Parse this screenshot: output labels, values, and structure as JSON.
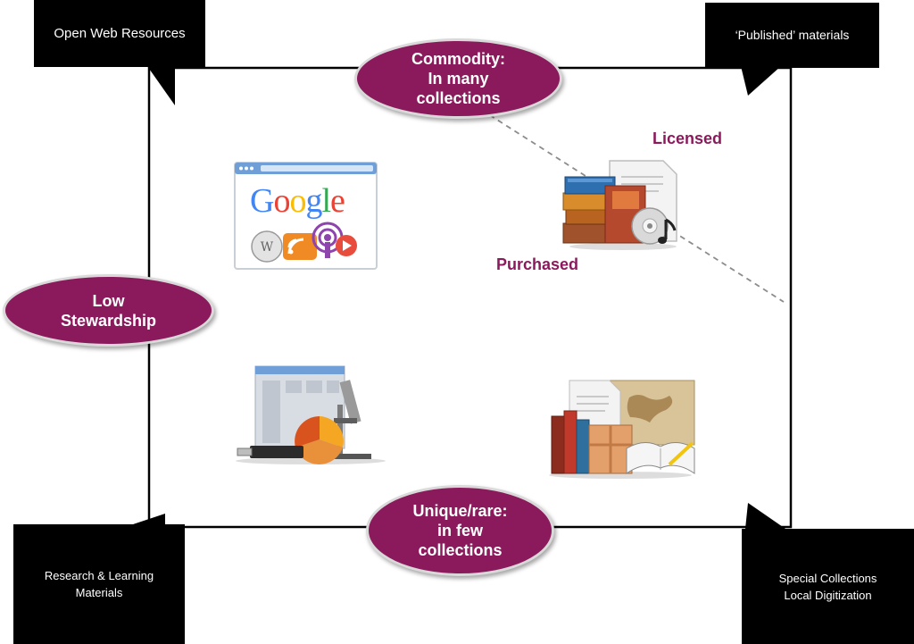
{
  "corners": {
    "top_left": "Open Web Resources",
    "top_right": "‘Published’ materials",
    "bottom_left": "Research & Learning\nMaterials",
    "bottom_right": "Special Collections\nLocal Digitization"
  },
  "axes": {
    "top": "Commodity:\nIn many\ncollections",
    "bottom": "Unique/rare:\nin few\ncollections",
    "left": "Low\nStewardship"
  },
  "labels": {
    "licensed": "Licensed",
    "purchased": "Purchased"
  },
  "icons": {
    "top_left": "google-web-resources-icon",
    "top_right": "books-and-media-icon",
    "bottom_left": "research-data-icon",
    "bottom_right": "archival-materials-icon"
  },
  "google_word": "Google",
  "colors": {
    "oval": "#8b1a5c",
    "label": "#8b1a5c",
    "callout": "#000000"
  }
}
